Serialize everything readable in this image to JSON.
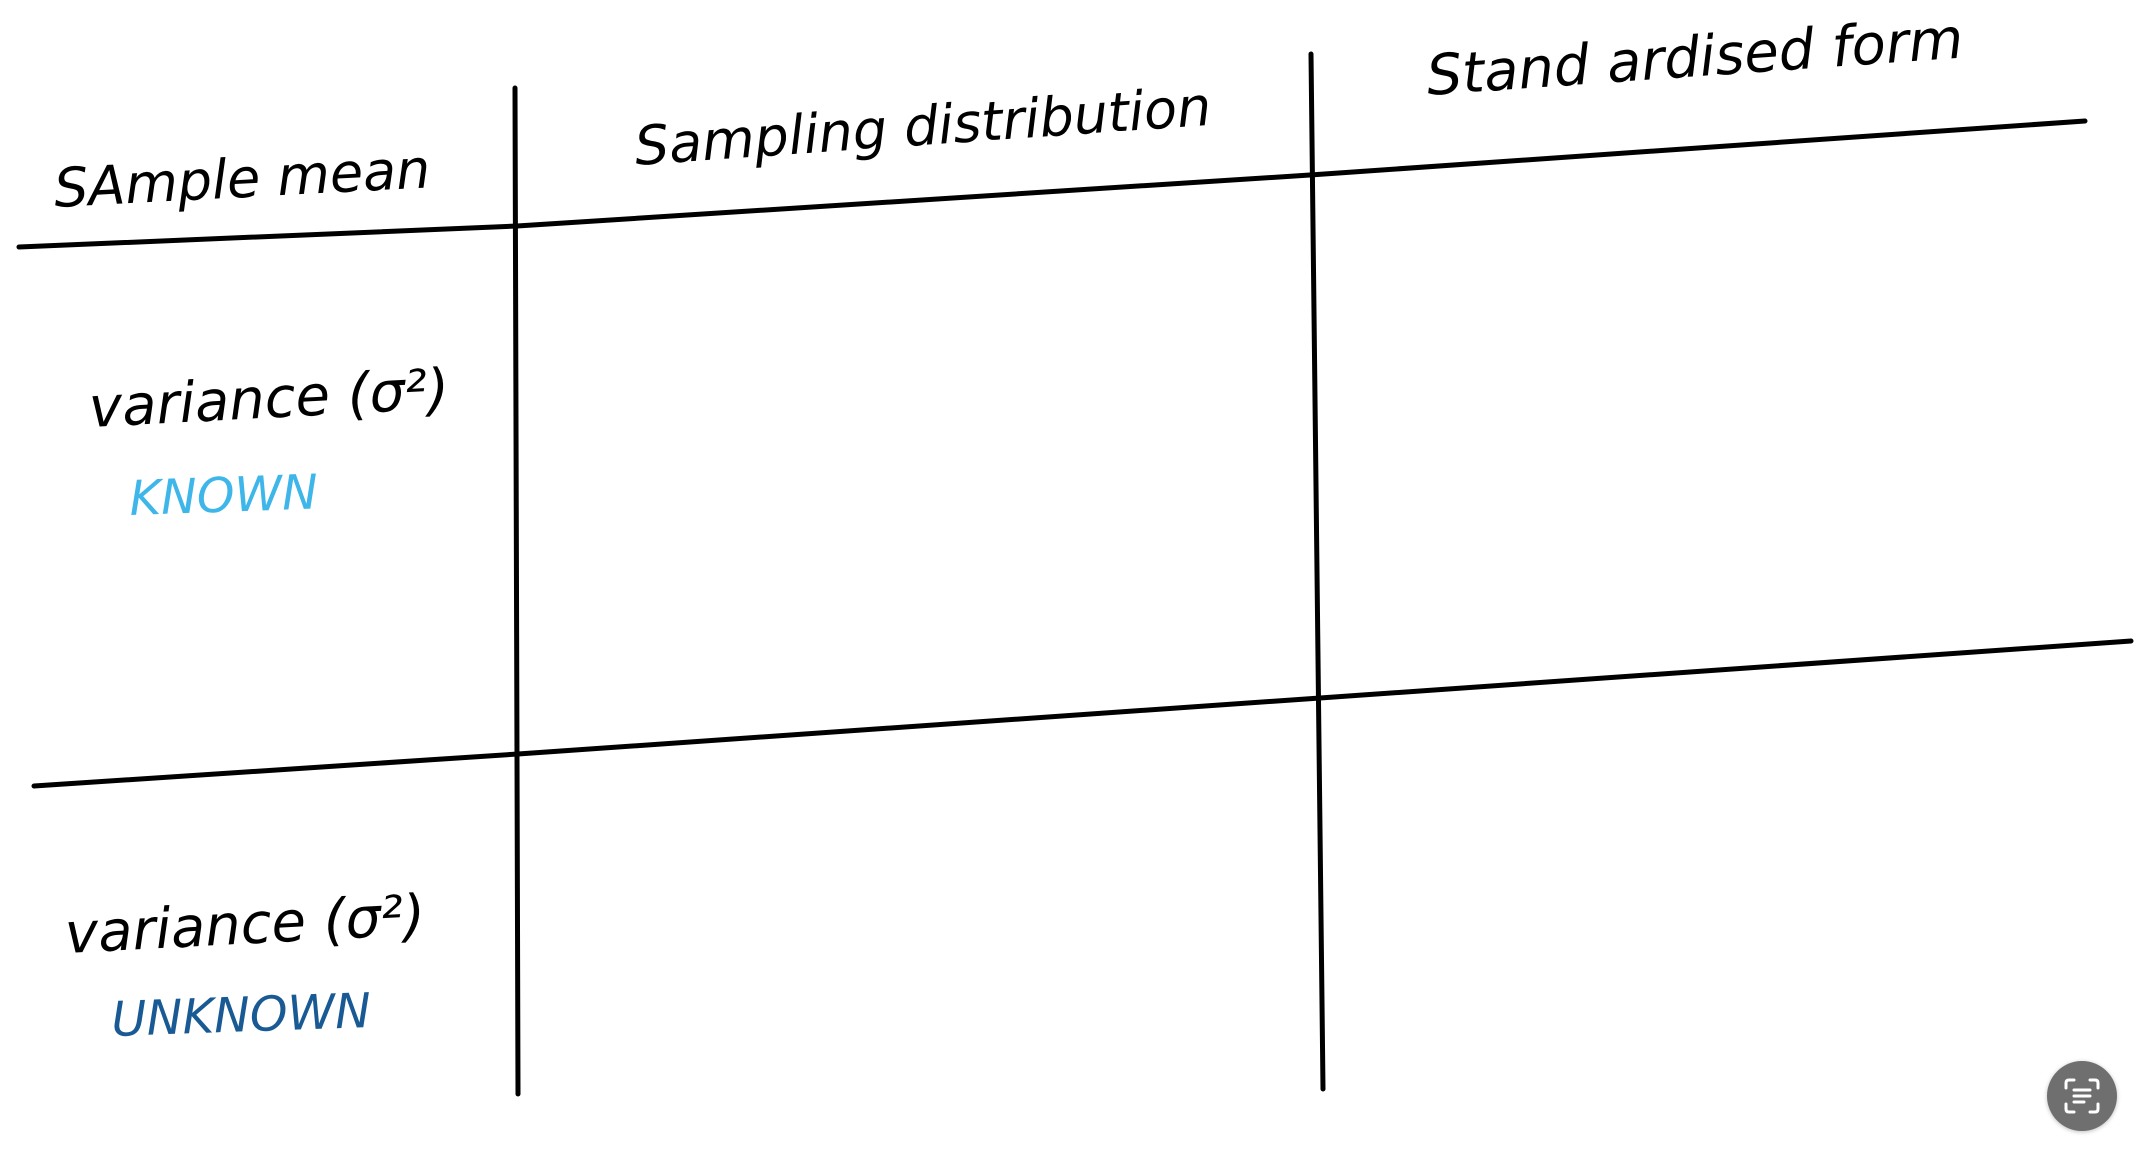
{
  "headers": {
    "sample_mean": "SAmple mean",
    "sampling_distribution": "Sampling distribution",
    "standardised_form": "Stand ardised form"
  },
  "rows": [
    {
      "label": "variance (σ²)",
      "status": "KNOWN"
    },
    {
      "label": "variance (σ²)",
      "status": "UNKNOWN"
    }
  ],
  "colors": {
    "ink": "#000000",
    "known": "#3fb6ea",
    "unknown": "#1a5a94",
    "scan_button": "#6f6f6f"
  },
  "icons": {
    "scan_button": "text-scan-icon"
  }
}
